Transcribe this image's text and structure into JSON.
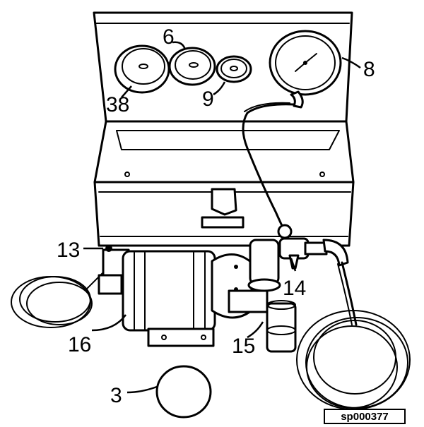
{
  "callouts": {
    "c6": "6",
    "c8": "8",
    "c38": "38",
    "c9": "9",
    "c13": "13",
    "c14": "14",
    "c16": "16",
    "c15": "15",
    "c3": "3"
  },
  "reference_id": "sp000377"
}
